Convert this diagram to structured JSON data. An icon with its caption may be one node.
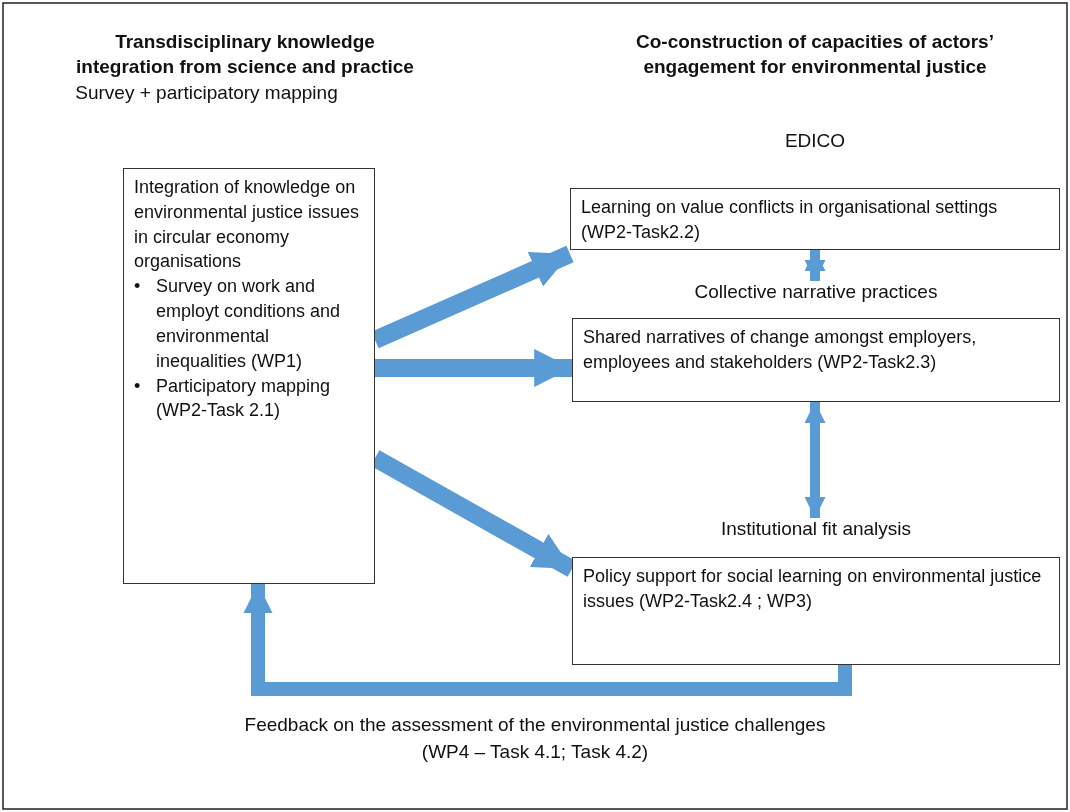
{
  "diagram": {
    "nodes": [
      {
        "text": [
          "Survey + participatory mapping",
          "Integration of knowledge on environmental justice issues in circular economy organisations",
          "•",
          "Survey on work and employt conditions and environmental inequalities (WP1)",
          "•",
          "Participatory mapping (WP2-Task 2.1)"
        ]
      },
      {
        "text": [
          "EDICO",
          "Learning on value conflicts in organisational settings (WP2-Task2.2)"
        ]
      },
      {
        "text": [
          "Collective narrative practices",
          "Shared narratives of change amongst employers, employees and stakeholders (WP2-Task2.3)"
        ]
      },
      {
        "text": [
          "Institutional fit analysis",
          "Policy support for social learning on environmental justice issues (WP2-Task2.4 ; WP3)"
        ]
      }
    ],
    "edges": [
      {
        "from": 0,
        "to": 1,
        "arrow": "to"
      },
      {
        "from": 0,
        "to": 2,
        "arrow": "to"
      },
      {
        "from": 0,
        "to": 3,
        "arrow": "to"
      },
      {
        "from": 1,
        "to": 2,
        "arrow": "both"
      },
      {
        "from": 2,
        "to": 3,
        "arrow": "both"
      },
      {
        "from": 3,
        "to": 0,
        "arrow": "to",
        "label": "Feedback on the assessment of the environmental justice challenges (WP4 – Task 4.1; Task 4.2)"
      }
    ],
    "labels": [
      "Transdisciplinary knowledge integration from science and practice",
      "Co-construction of capacities of actors’ engagement for environmental justice"
    ]
  }
}
